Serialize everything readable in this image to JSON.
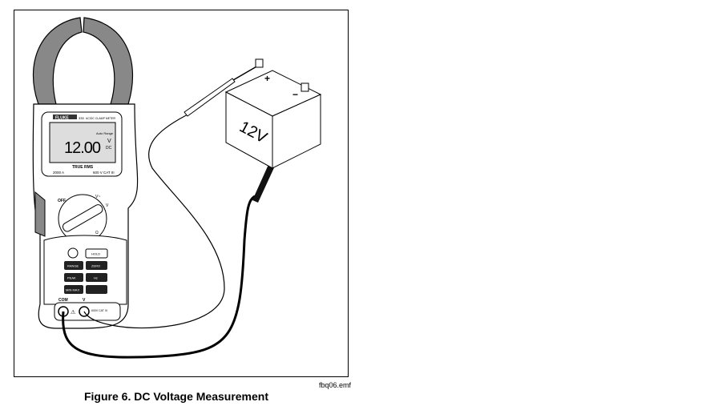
{
  "figure": {
    "caption": "Figure 6. DC Voltage Measurement",
    "file_label": "fbq06.emf"
  },
  "meter": {
    "brand": "FLUKE",
    "model": "335",
    "model_desc": "AC/DC CLAMP METER",
    "reading": "12.00",
    "range_mode": "Auto Range",
    "unit": "V",
    "unit_type": "DC",
    "true_rms": "TRUE RMS",
    "current_rating": "2000 A",
    "cat_rating": "600 V CAT III",
    "dial_off": "OFF",
    "dial_ohm": "Ω",
    "dial_vdc": "V",
    "dial_vac": "V~",
    "buttons": [
      "HOLD",
      "RANGE",
      "ZERO",
      "MIN MAX",
      "Hz",
      "PEAK"
    ],
    "jack_com": "COM",
    "jack_v": "V",
    "jack_rating": "600V CAT III"
  },
  "battery": {
    "label": "12V",
    "plus": "+",
    "minus": "−"
  }
}
